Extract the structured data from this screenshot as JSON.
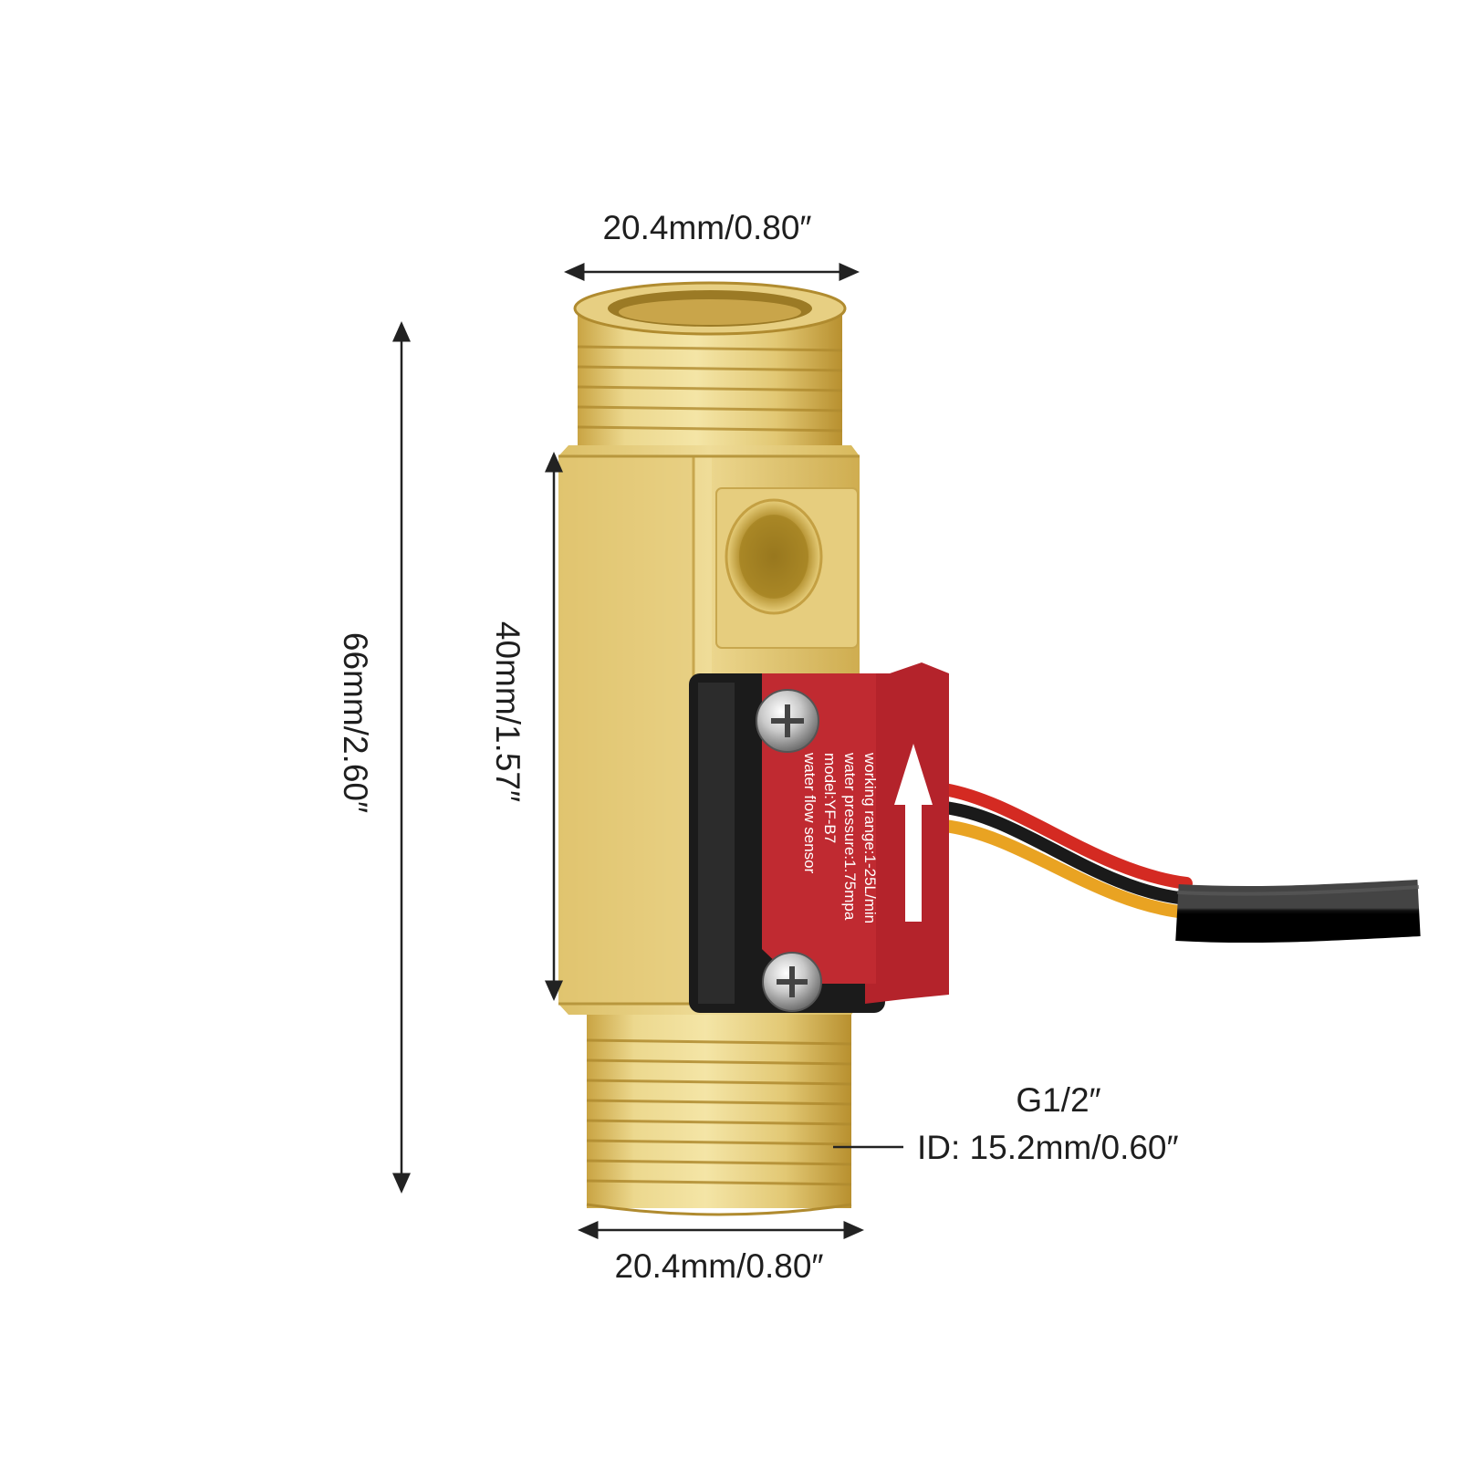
{
  "dimensions": {
    "top_width": "20.4mm/0.80″",
    "bottom_width": "20.4mm/0.80″",
    "total_length": "66mm/2.60″",
    "body_length": "40mm/1.57″",
    "thread": "G1/2″",
    "inner_diameter": "ID: 15.2mm/0.60″"
  },
  "label": {
    "line1": "working range:1-25L/min",
    "line2": "water pressure:1.75mpa",
    "line3": "model:YF-B7",
    "line4": "water flow sensor"
  },
  "colors": {
    "brass": "#dcc36a",
    "label_red": "#b4232b",
    "housing_black": "#1b1b1b",
    "wire_red": "#d42a22",
    "wire_yellow": "#e9a322",
    "cable_black": "#1a1a1a"
  }
}
